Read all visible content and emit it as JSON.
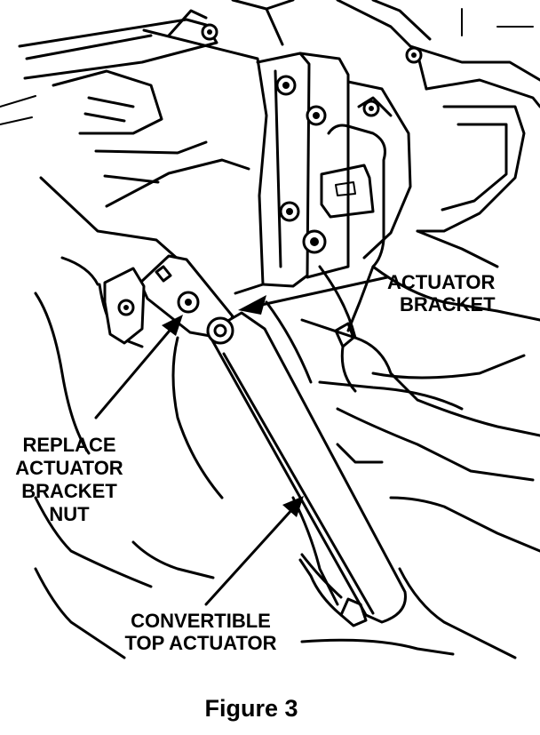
{
  "labels": {
    "actuator_bracket": [
      "ACTUATOR",
      "BRACKET"
    ],
    "replace_nut": [
      "REPLACE",
      "ACTUATOR",
      "BRACKET",
      "NUT"
    ],
    "convertible_top_actuator": [
      "CONVERTIBLE",
      "TOP ACTUATOR"
    ]
  },
  "caption": "Figure 3"
}
